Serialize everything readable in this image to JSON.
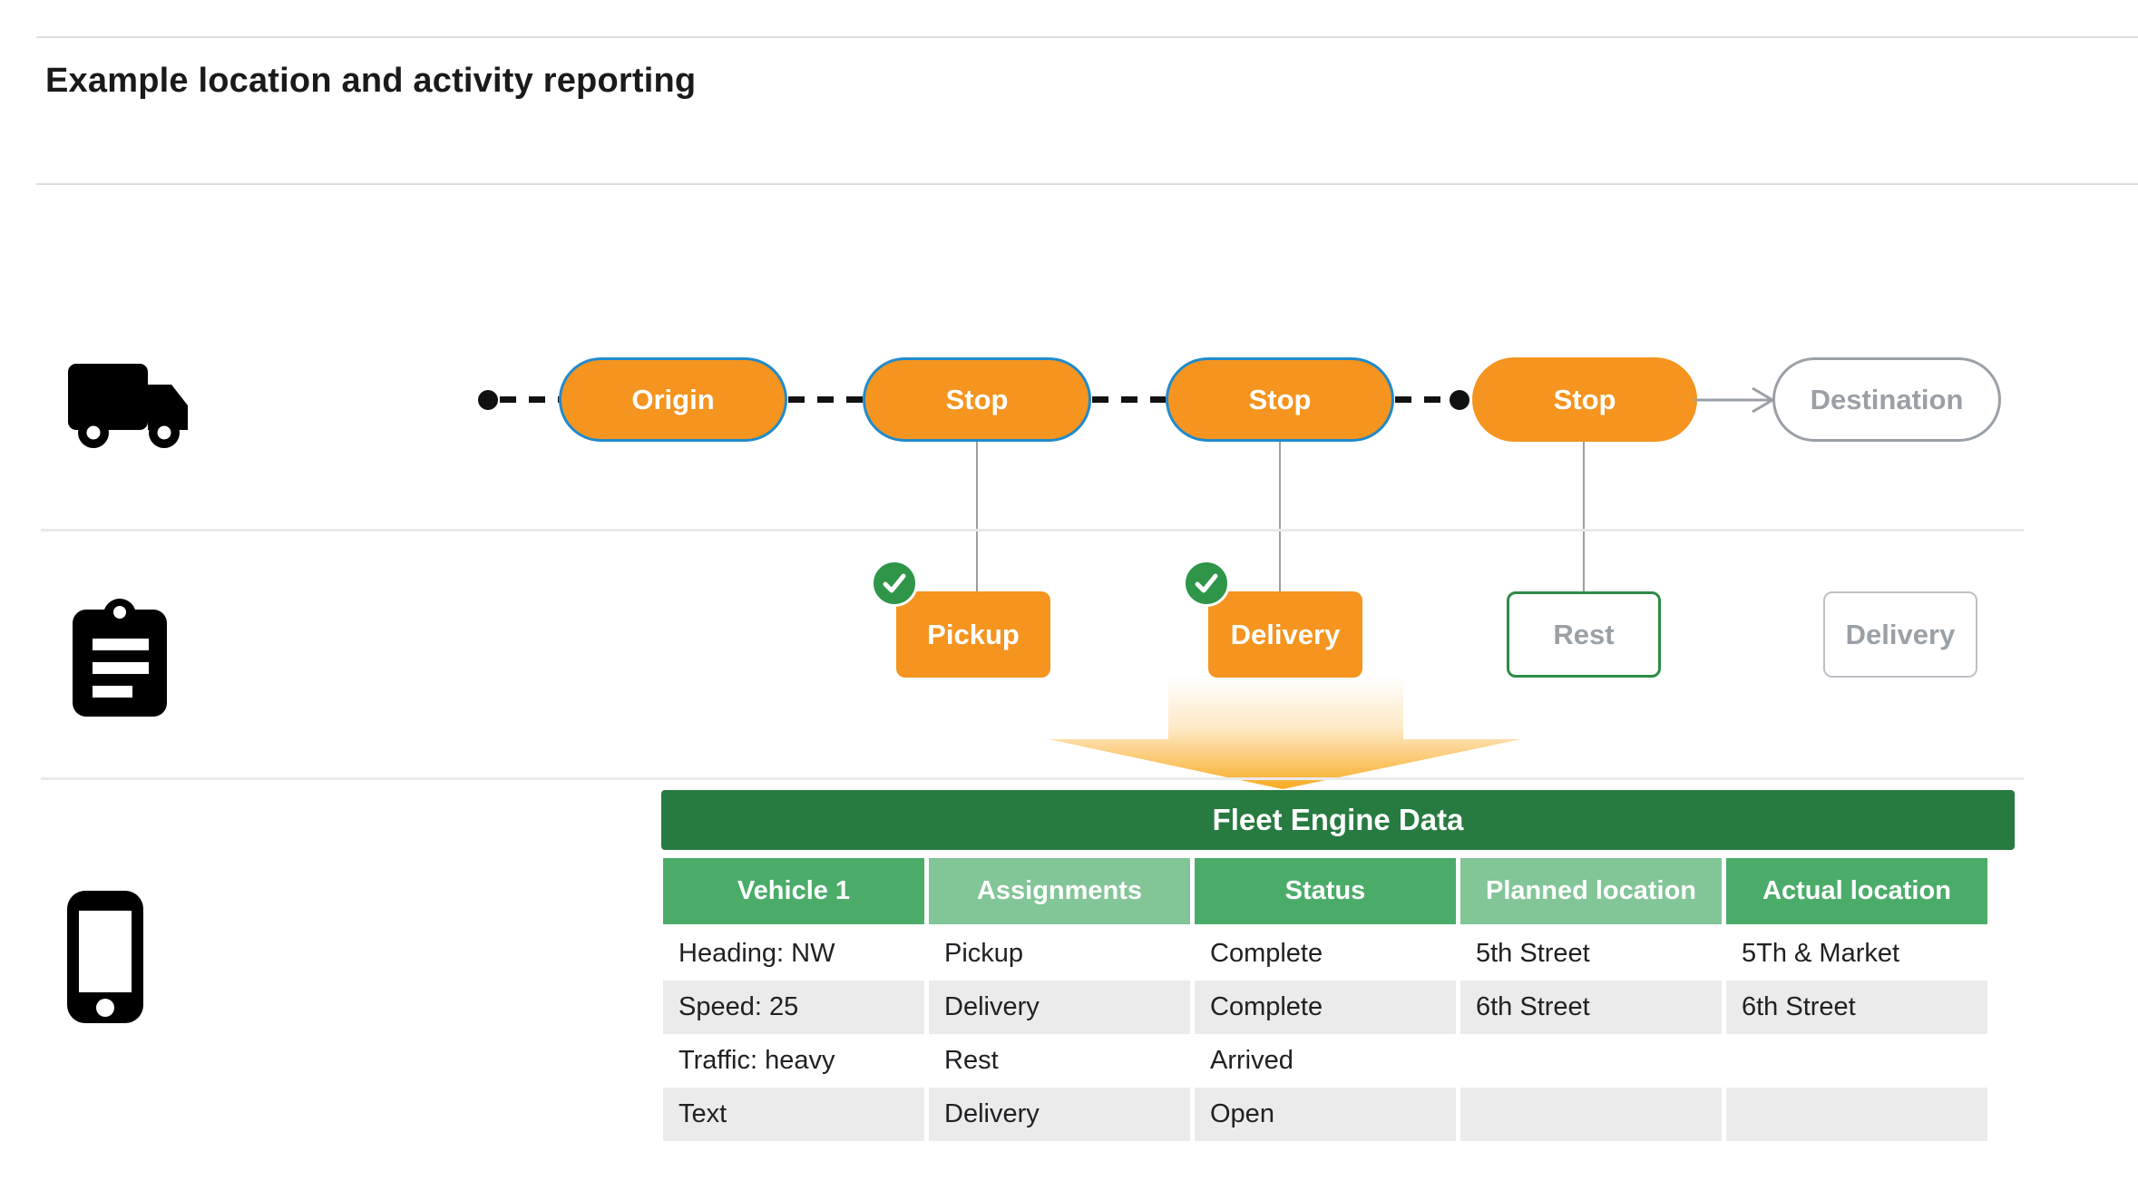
{
  "title": "Example location and activity reporting",
  "route": {
    "nodes": [
      {
        "label": "Origin"
      },
      {
        "label": "Stop"
      },
      {
        "label": "Stop"
      },
      {
        "label": "Stop"
      },
      {
        "label": "Destination"
      }
    ]
  },
  "activities": {
    "pickup": {
      "label": "Pickup",
      "status": "completed"
    },
    "delivery": {
      "label": "Delivery",
      "status": "completed"
    },
    "rest": {
      "label": "Rest",
      "status": "current"
    },
    "next_delivery": {
      "label": "Delivery",
      "status": "planned"
    }
  },
  "icons": {
    "lane_vehicle": "truck-icon",
    "lane_activity": "clipboard-icon",
    "lane_data": "smartphone-icon",
    "completed": "check-circle-icon"
  },
  "fleet_table": {
    "title": "Fleet Engine Data",
    "columns": [
      "Vehicle 1",
      "Assignments",
      "Status",
      "Planned location",
      "Actual location"
    ],
    "rows": [
      [
        "Heading: NW",
        "Pickup",
        "Complete",
        "5th Street",
        "5Th & Market"
      ],
      [
        "Speed: 25",
        "Delivery",
        "Complete",
        "6th Street",
        "6th Street"
      ],
      [
        "Traffic: heavy",
        "Rest",
        "Arrived",
        "",
        ""
      ],
      [
        "Text",
        "Delivery",
        "Open",
        "",
        ""
      ]
    ]
  },
  "colors": {
    "stop_orange": "#f5941f",
    "route_border_blue": "#1f8bcc",
    "table_header_green": "#277b40",
    "column_green": "#4bac6a",
    "column_light_green": "#82c596",
    "check_green": "#2e9549",
    "inactive_gray": "#9aa0a6",
    "row_stripe": "#ebebeb",
    "arrow_gradient_orange": "#f9a91e"
  }
}
